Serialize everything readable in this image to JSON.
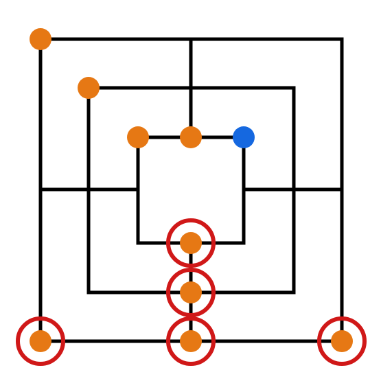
{
  "board": {
    "game": "nine-mens-morris",
    "line_color": "#000000",
    "background_color": "#ffffff"
  },
  "pieces": [
    {
      "point": "a7",
      "player": "orange"
    },
    {
      "point": "b6",
      "player": "orange"
    },
    {
      "point": "c5",
      "player": "orange"
    },
    {
      "point": "d5",
      "player": "orange"
    },
    {
      "point": "e5",
      "player": "blue"
    },
    {
      "point": "d3",
      "player": "orange",
      "highlighted": true
    },
    {
      "point": "d2",
      "player": "orange",
      "highlighted": true
    },
    {
      "point": "a1",
      "player": "orange",
      "highlighted": true
    },
    {
      "point": "d1",
      "player": "orange",
      "highlighted": true
    },
    {
      "point": "g1",
      "player": "orange",
      "highlighted": true
    }
  ],
  "colors": {
    "orange": "#e67814",
    "blue": "#1568e0",
    "highlight": "#d01818"
  }
}
